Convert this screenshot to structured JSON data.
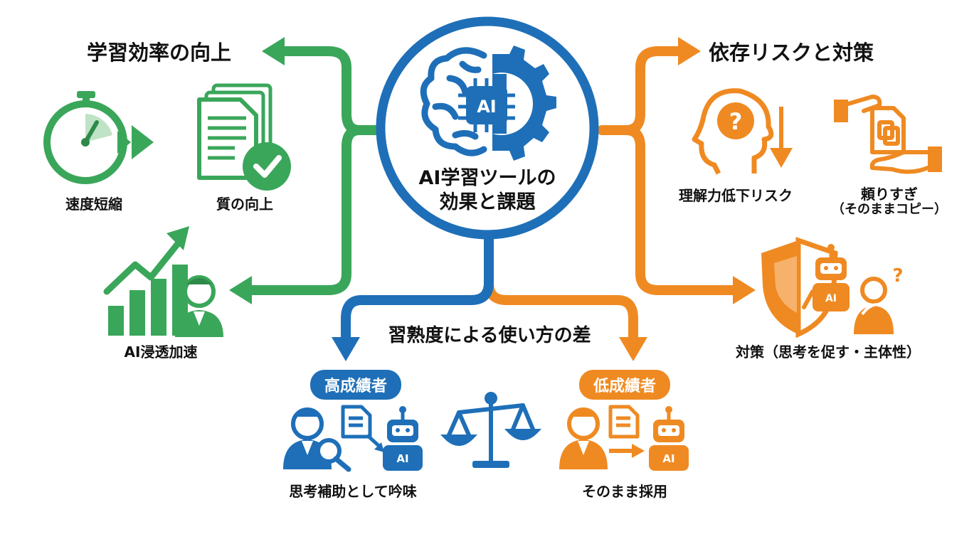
{
  "colors": {
    "green": "#3aa65a",
    "blue": "#1e6fb8",
    "orange": "#ef8a22",
    "dark": "#111111"
  },
  "center": {
    "title_line1": "AI学習ツールの",
    "title_line2": "効果と課題",
    "badge": "AI"
  },
  "left_branch": {
    "heading": "学習効率の向上",
    "items": [
      {
        "label": "速度短縮",
        "icon": "stopwatch-icon"
      },
      {
        "label": "質の向上",
        "icon": "document-check-icon"
      },
      {
        "label": "AI浸透加速",
        "icon": "growth-chart-icon"
      }
    ]
  },
  "right_branch": {
    "heading": "依存リスクと対策",
    "items": [
      {
        "label": "理解力低下リスク",
        "icon": "head-question-icon"
      },
      {
        "label_line1": "頼りすぎ",
        "label_line2": "（そのままコピー）",
        "icon": "hand-copy-icon"
      },
      {
        "label": "対策（思考を促す・主体性）",
        "icon": "shield-robot-icon"
      }
    ]
  },
  "bottom_branch": {
    "heading": "習熟度による使い方の差",
    "high": {
      "badge": "高成績者",
      "caption": "思考補助として吟味",
      "robot_label": "AI"
    },
    "low": {
      "badge": "低成績者",
      "caption": "そのまま採用",
      "robot_label": "AI"
    }
  }
}
